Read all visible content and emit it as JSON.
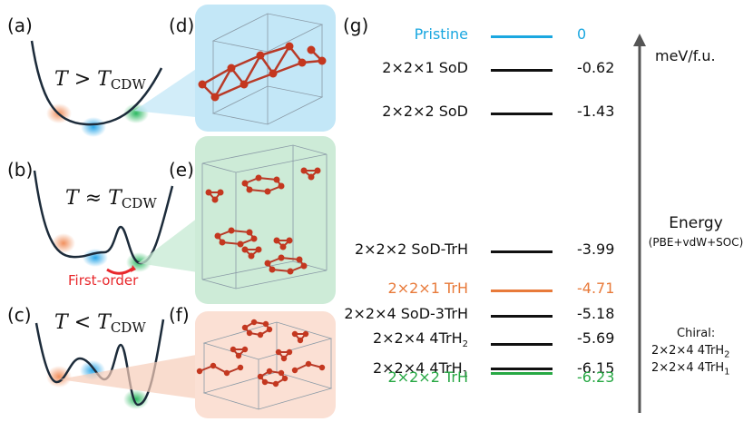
{
  "panels": {
    "a": "(a)",
    "b": "(b)",
    "c": "(c)",
    "d": "(d)",
    "e": "(e)",
    "f": "(f)",
    "g": "(g)"
  },
  "conditions": {
    "a": {
      "lhs": "T",
      "op": ">",
      "rhs": "T",
      "sub": "CDW"
    },
    "b": {
      "lhs": "T",
      "op": "≈",
      "rhs": "T",
      "sub": "CDW"
    },
    "c": {
      "lhs": "T",
      "op": "<",
      "rhs": "T",
      "sub": "CDW"
    }
  },
  "first_order_label": "First-order",
  "colors": {
    "pristine": "#1aa7e0",
    "trh221": "#e87a3a",
    "trh222": "#27a844",
    "black": "#111111",
    "red": "#e8282c",
    "atom": "#c4371f",
    "bond": "#b83a28",
    "panel_d_bg": "#c3e7f7",
    "panel_e_bg": "#cdebd7",
    "panel_f_bg": "#fbe0d4"
  },
  "levels": [
    {
      "name": "Pristine",
      "value": "0",
      "color": "#1aa7e0"
    },
    {
      "name": "2×2×1 SoD",
      "value": "-0.62",
      "color": "#111111"
    },
    {
      "name": "2×2×2 SoD",
      "value": "-1.43",
      "color": "#111111"
    },
    {
      "name": "2×2×2 SoD-TrH",
      "value": "-3.99",
      "color": "#111111"
    },
    {
      "name": "2×2×1 TrH",
      "value": "-4.71",
      "color": "#e87a3a"
    },
    {
      "name": "2×2×4 SoD-3TrH",
      "value": "-5.18",
      "color": "#111111"
    },
    {
      "name": "2×2×4  4TrH",
      "name_sub": "2",
      "value": "-5.69",
      "color": "#111111"
    },
    {
      "name": "2×2×4  4TrH",
      "name_sub": "1",
      "value": "-6.15",
      "color": "#111111"
    },
    {
      "name": "2×2×2 TrH",
      "value": "-6.23",
      "color": "#27a844"
    }
  ],
  "axis": {
    "unit": "meV/f.u.",
    "label": "Energy",
    "method": "(PBE+vdW+SOC)"
  },
  "chiral": {
    "title": "Chiral:",
    "line1": "2×2×4  4TrH",
    "line1_sub": "2",
    "line2": "2×2×4  4TrH",
    "line2_sub": "1"
  }
}
